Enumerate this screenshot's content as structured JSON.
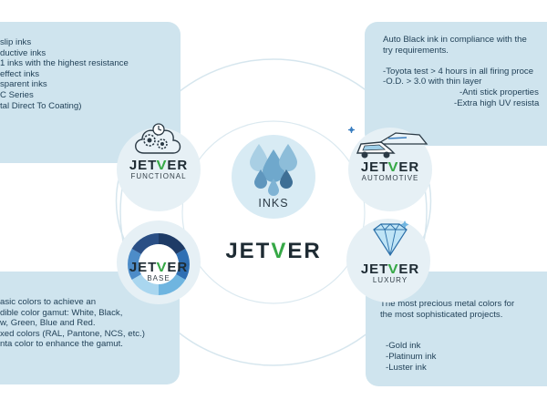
{
  "colors": {
    "panel": "#cfe4ee",
    "accent_green": "#36a846",
    "ink_blue": "#7ab6d4",
    "dark": "#1e2b33"
  },
  "center": {
    "logo_prefix": "JET",
    "logo_mark": "V",
    "logo_suffix": "ER",
    "inks_label": "INKS"
  },
  "functional": {
    "brand_prefix": "JET",
    "brand_mark": "V",
    "brand_suffix": "ER",
    "sub": "FUNCTIONAL",
    "lines": [
      "slip inks",
      "ductive inks",
      " 1 inks with the highest resistance",
      " effect inks",
      "sparent inks",
      "C Series",
      "tal Direct To Coating)"
    ]
  },
  "automotive": {
    "brand_prefix": "JET",
    "brand_mark": "V",
    "brand_suffix": "ER",
    "sub": "AUTOMOTIVE",
    "lines": [
      "Auto Black ink in compliance with the",
      "try requirements.",
      "",
      "-Toyota test > 4 hours in all firing proce",
      "-O.D. > 3.0 with thin layer"
    ],
    "extras": [
      "-Anti stick properties",
      "-Extra high UV resista"
    ]
  },
  "base": {
    "brand_prefix": "JET",
    "brand_mark": "V",
    "brand_suffix": "ER",
    "sub": "BASE",
    "lines": [
      "asic colors to achieve an",
      "dible color gamut: White, Black,",
      "w, Green, Blue and Red.",
      "xed colors (RAL, Pantone, NCS, etc.)",
      "nta color to enhance the gamut."
    ]
  },
  "luxury": {
    "brand_prefix": "JET",
    "brand_mark": "V",
    "brand_suffix": "ER",
    "sub": "LUXURY",
    "lines": [
      "The most precious metal colors for",
      "the most sophisticated projects.",
      "",
      "",
      "-Gold ink",
      "-Platinum ink",
      "-Luster ink"
    ]
  },
  "icons": {
    "functional": "gears-cloud-icon",
    "automotive": "car-yacht-icon",
    "base": "color-wheel-icon",
    "luxury": "diamond-icon",
    "center": "ink-drops-icon"
  }
}
